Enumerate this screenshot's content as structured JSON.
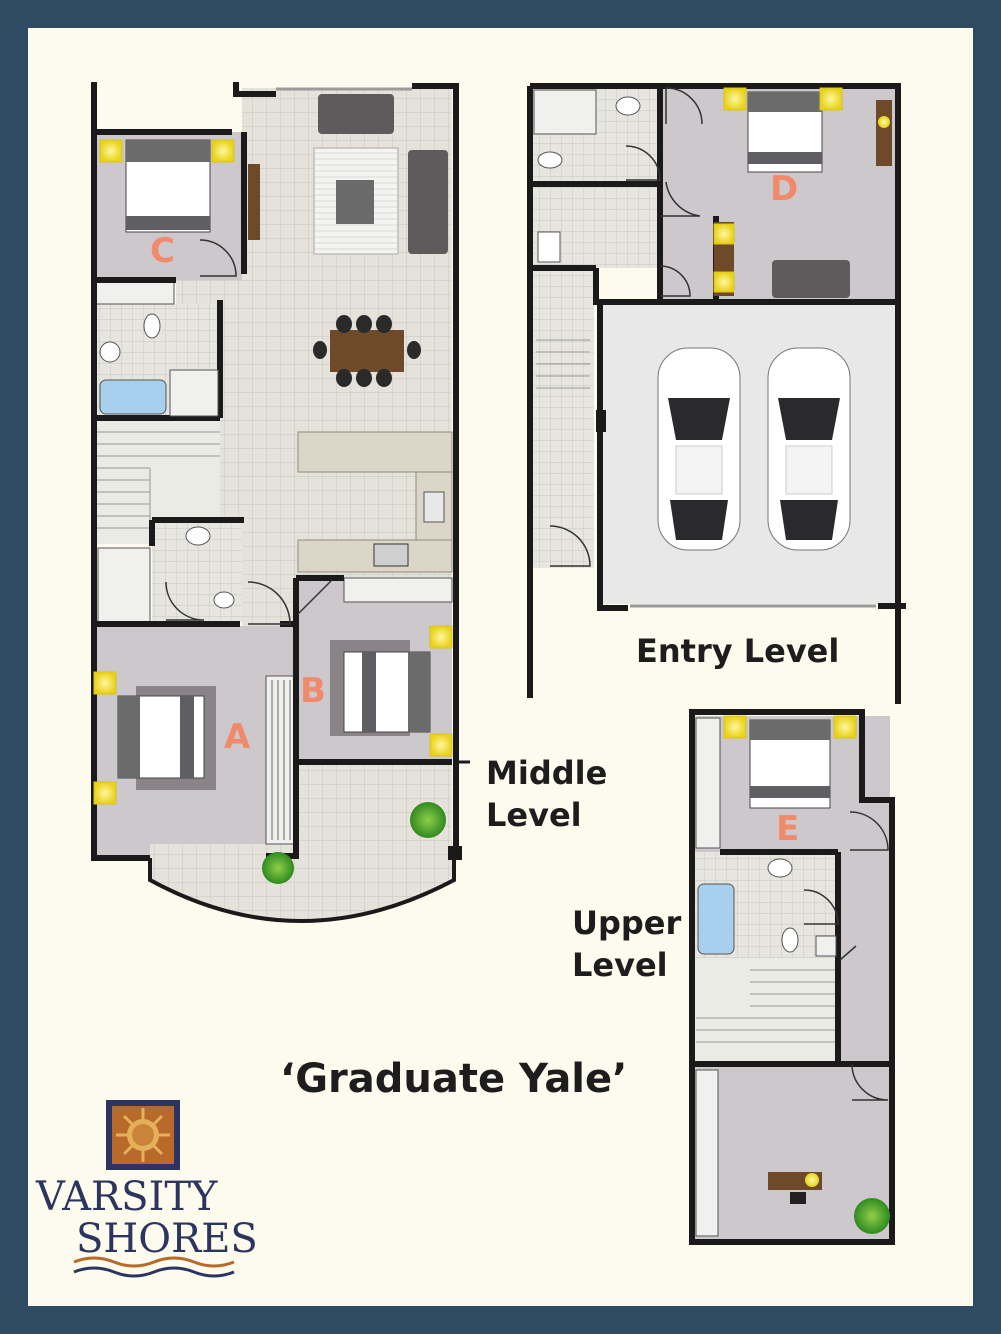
{
  "plan_title": "‘Graduate Yale’",
  "levels": {
    "middle": "Middle Level",
    "middle_lines": [
      "Middle",
      "Level"
    ],
    "entry": "Entry Level",
    "upper": "Upper Level",
    "upper_lines": [
      "Upper",
      "Level"
    ]
  },
  "rooms": {
    "a": "A",
    "b": "B",
    "c": "C",
    "d": "D",
    "e": "E"
  },
  "logo": {
    "line1": "VARSITY",
    "line2": "SHORES"
  },
  "colors": {
    "border": "#2f4a63",
    "paper": "#fdfbee",
    "wall": "#1a1a1a",
    "room_floor": "#cdc8cc",
    "tile_floor": "#e3e2dc",
    "garage_floor": "#e9e9ea",
    "room_letter": "#f08a6a",
    "lamp": "#f2e23a",
    "logo_text": "#2b3560"
  }
}
